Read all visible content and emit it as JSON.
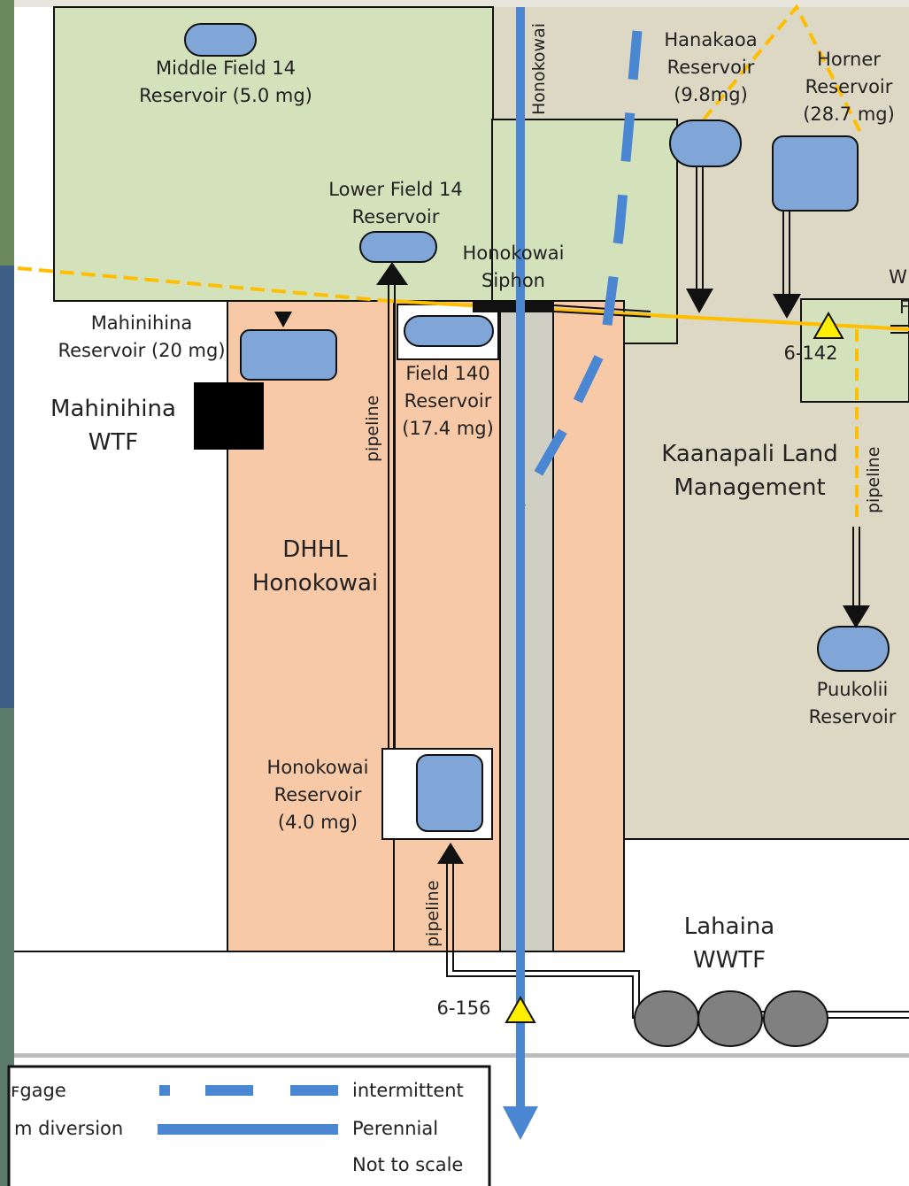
{
  "colors": {
    "parcel_green": "#d4e2bc",
    "dhhl_peach": "#f8c9a6",
    "kaanapali_tan": "#ddd8c4",
    "reservoir_blue": "#7fa6d6",
    "stream_blue": "#4b86d2",
    "ditch_yellow": "#ffbf00",
    "gage_yellow": "#ffee00",
    "wwtf_gray": "#808080"
  },
  "labels": {
    "middle_field_14": [
      "Middle Field 14",
      "Reservoir (5.0 mg)"
    ],
    "lower_field_14": [
      "Lower Field 14",
      "Reservoir"
    ],
    "hanakaoa": [
      "Hanakaoa",
      "Reservoir",
      "(9.8mg)"
    ],
    "horner": [
      "Horner",
      "Reservoir",
      "(28.7 mg)"
    ],
    "honokowai_siphon": [
      "Honokowai",
      "Siphon"
    ],
    "mahinihina_reservoir": [
      "Mahinihina",
      "Reservoir (20 mg)"
    ],
    "field_140": [
      "Field 140",
      "Reservoir",
      "(17.4 mg)"
    ],
    "mahinihina_wtf": [
      "Mahinihina",
      "WTF"
    ],
    "dhhl_honokowai": [
      "DHHL",
      "Honokowai"
    ],
    "kaanapali": [
      "Kaanapali Land",
      "Management"
    ],
    "puukolii": [
      "Puukolii",
      "Reservoir"
    ],
    "honokowai_reservoir": [
      "Honokowai",
      "Reservoir",
      "(4.0 mg)"
    ],
    "lahaina_wwtf": [
      "Lahaina",
      "WWTF"
    ],
    "stream_name": "Honokowai",
    "pipeline": "pipeline",
    "gage_6_142": "6-142",
    "gage_6_156": "6-156",
    "edge_w": "W",
    "edge_f": "F"
  },
  "legend": {
    "gage": "gage",
    "diversion": "m diversion",
    "intermittent": "intermittent",
    "perennial": "Perennial",
    "scale_note": "Not to scale"
  }
}
